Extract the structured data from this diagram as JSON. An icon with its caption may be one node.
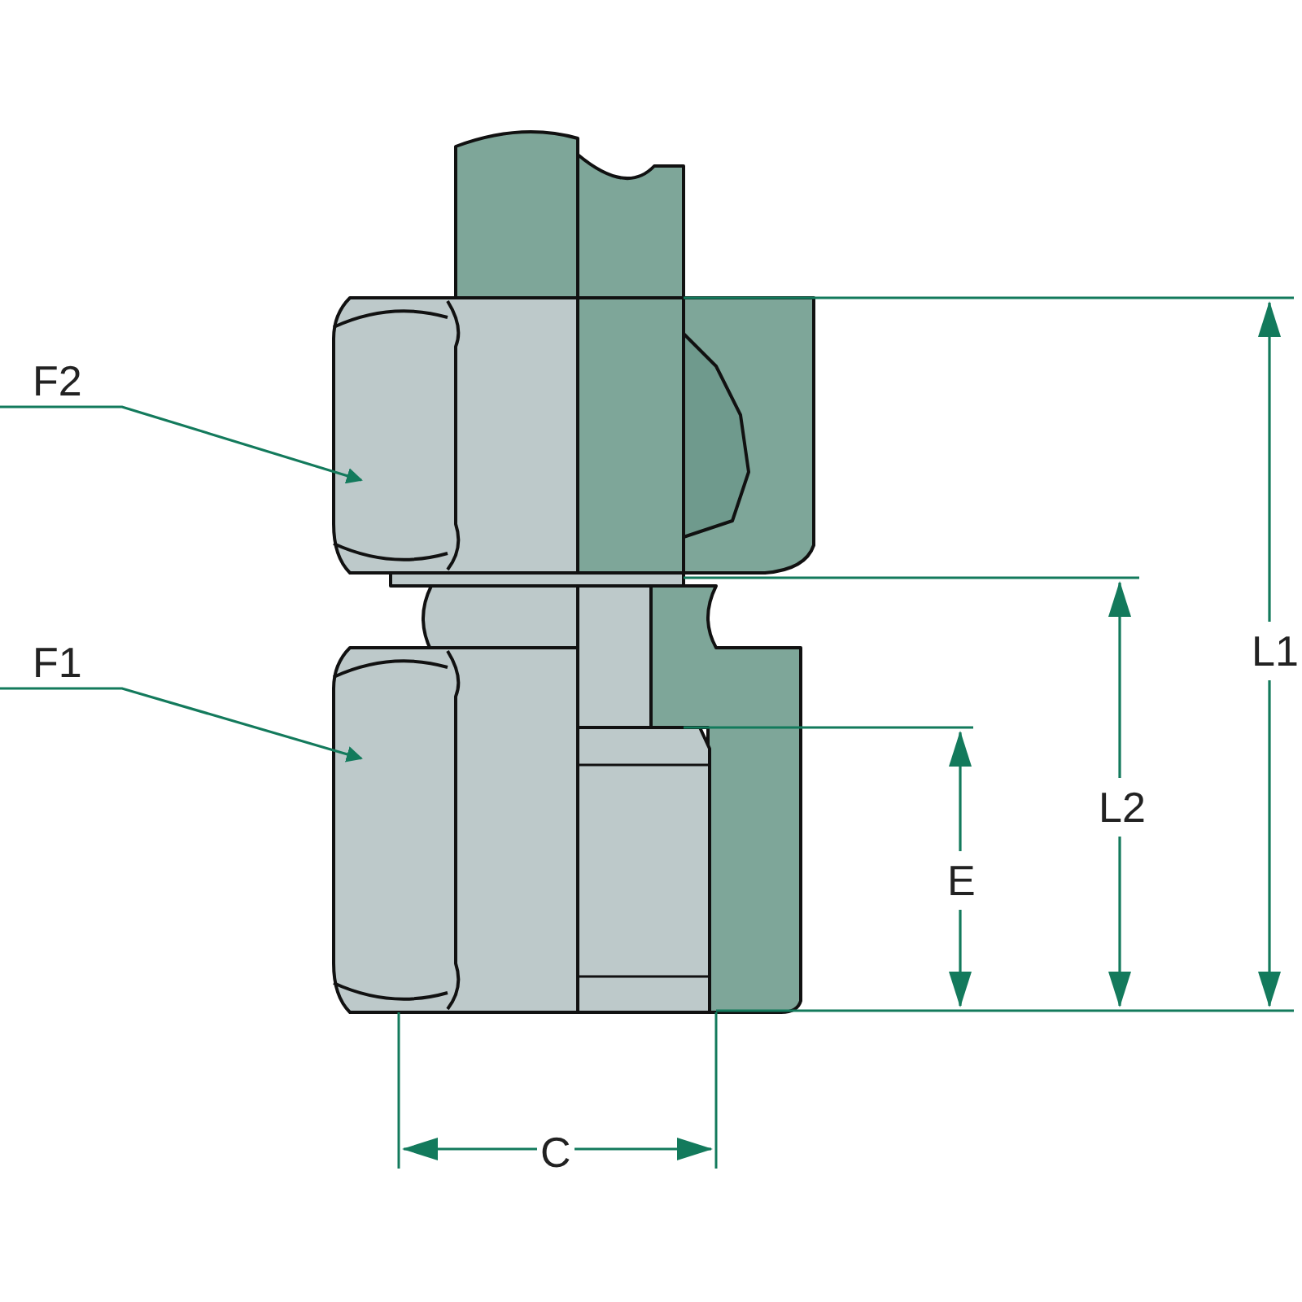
{
  "diagram": {
    "nodes": [
      {
        "text": [
          "F2"
        ]
      },
      {
        "text": [],
        "shape": "box"
      },
      {
        "text": [
          "F1"
        ]
      },
      {
        "text": [],
        "shape": "box"
      }
    ],
    "edges": [
      {
        "from": 0,
        "to": 1,
        "arrow": "to"
      },
      {
        "from": 2,
        "to": 3,
        "arrow": "to"
      }
    ],
    "labels": [
      "L1",
      "L2",
      "E",
      "C"
    ]
  }
}
